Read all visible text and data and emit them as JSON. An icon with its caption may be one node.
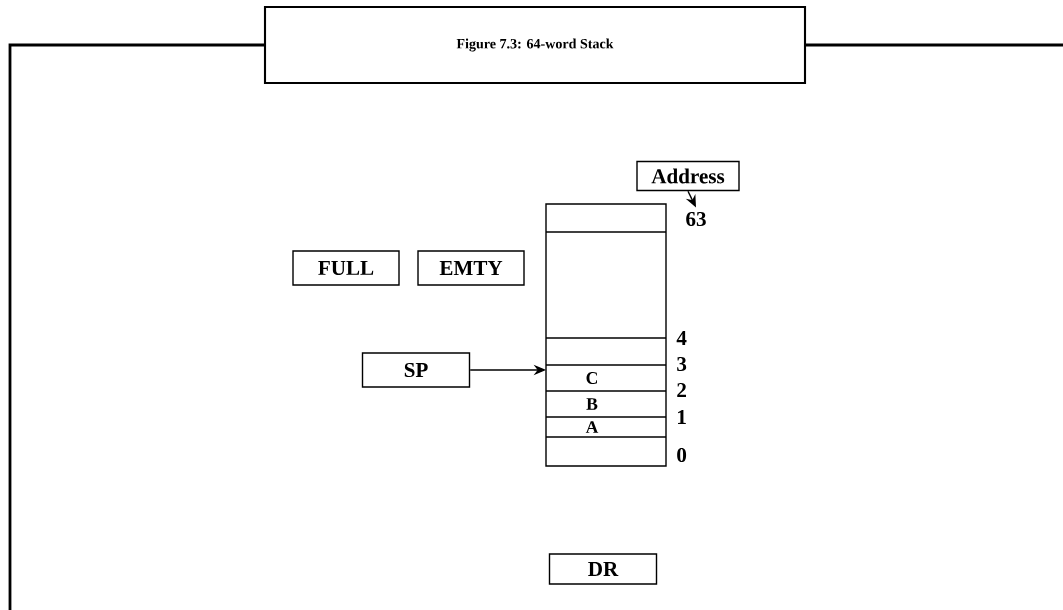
{
  "diagram": {
    "title": "Figure 7.3: 64-word Stack",
    "nodes": [
      {
        "text": [
          "Address"
        ]
      },
      {
        "text": [
          "63"
        ]
      },
      {
        "text": [],
        "shape": "box"
      },
      {
        "text": [
          "FULL"
        ]
      },
      {
        "text": [
          "EMTY"
        ]
      },
      {
        "text": [
          "SP"
        ]
      },
      {
        "text": [
          "C"
        ],
        "in": 2
      },
      {
        "text": [
          "B"
        ],
        "in": 2
      },
      {
        "text": [
          "A"
        ],
        "in": 2
      },
      {
        "text": [
          "DR"
        ]
      }
    ],
    "edges": [
      {
        "from": 0,
        "to": 1,
        "arrow": "to"
      },
      {
        "from": 5,
        "to": 6,
        "arrow": "to"
      }
    ],
    "labels": [
      "4",
      "3",
      "2",
      "1",
      "0"
    ]
  }
}
